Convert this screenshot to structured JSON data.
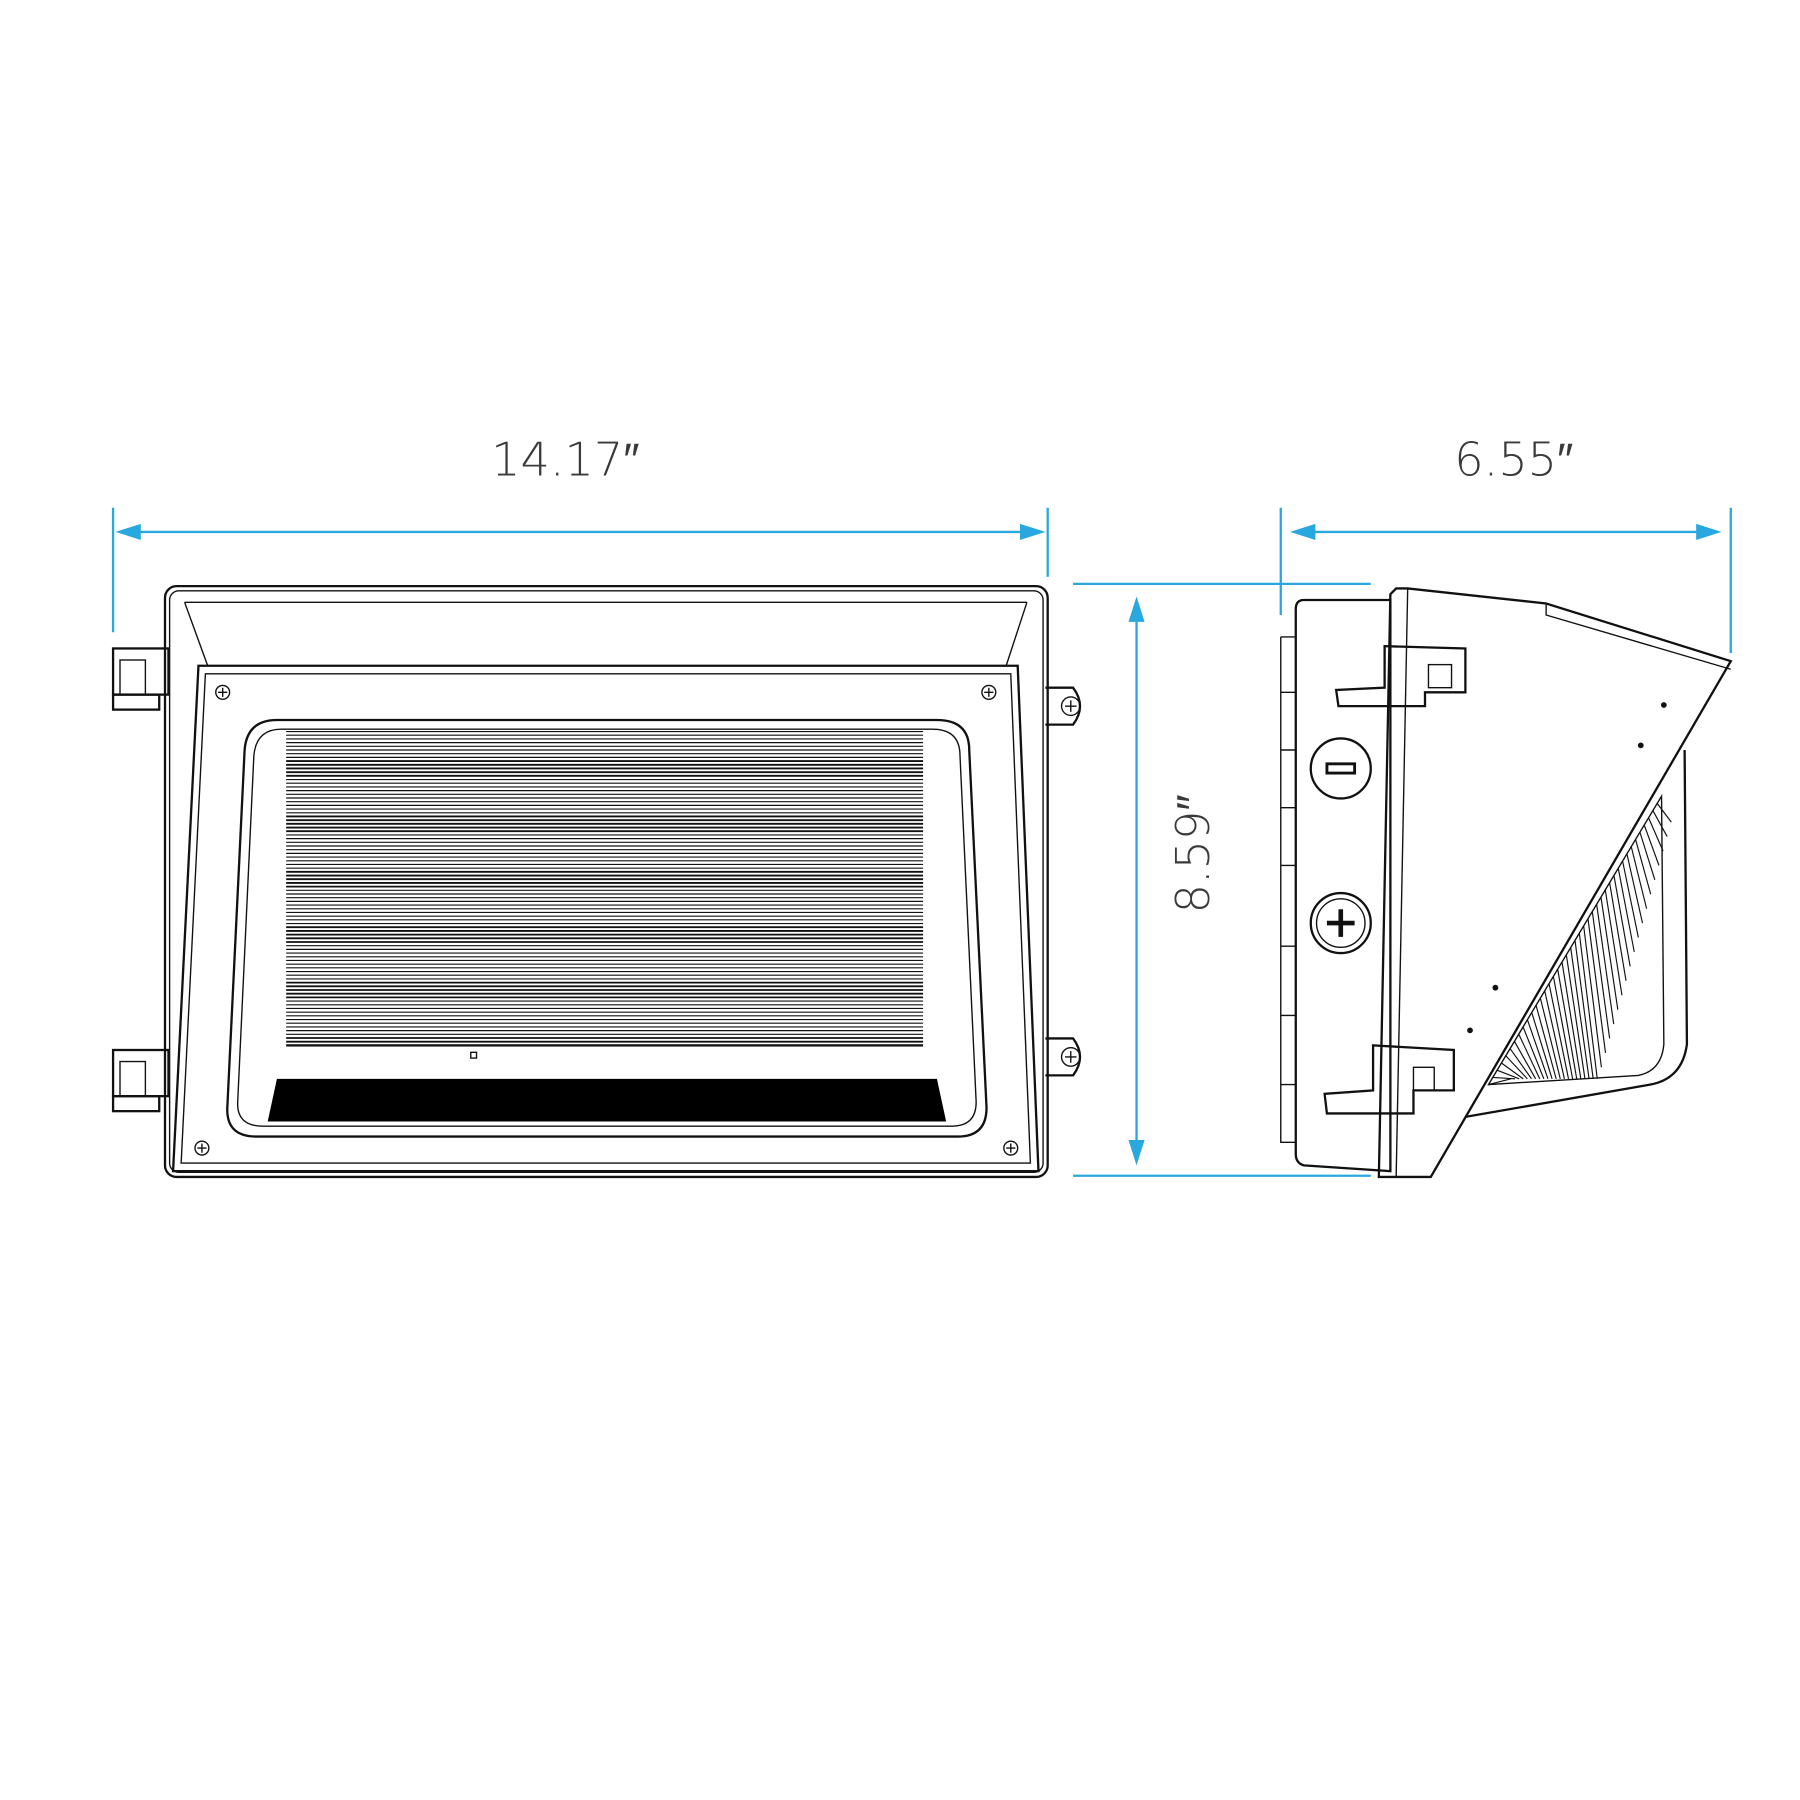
{
  "dimensions": {
    "width_label": "14.17″",
    "depth_label": "6.55″",
    "height_label": "8.59″"
  },
  "colors": {
    "dimension_line": "#29a8e0",
    "outline": "#111111",
    "label": "#3a3a3a"
  },
  "icons": {
    "terminal_negative": "minus-in-circle",
    "terminal_positive": "plus-in-circle"
  }
}
